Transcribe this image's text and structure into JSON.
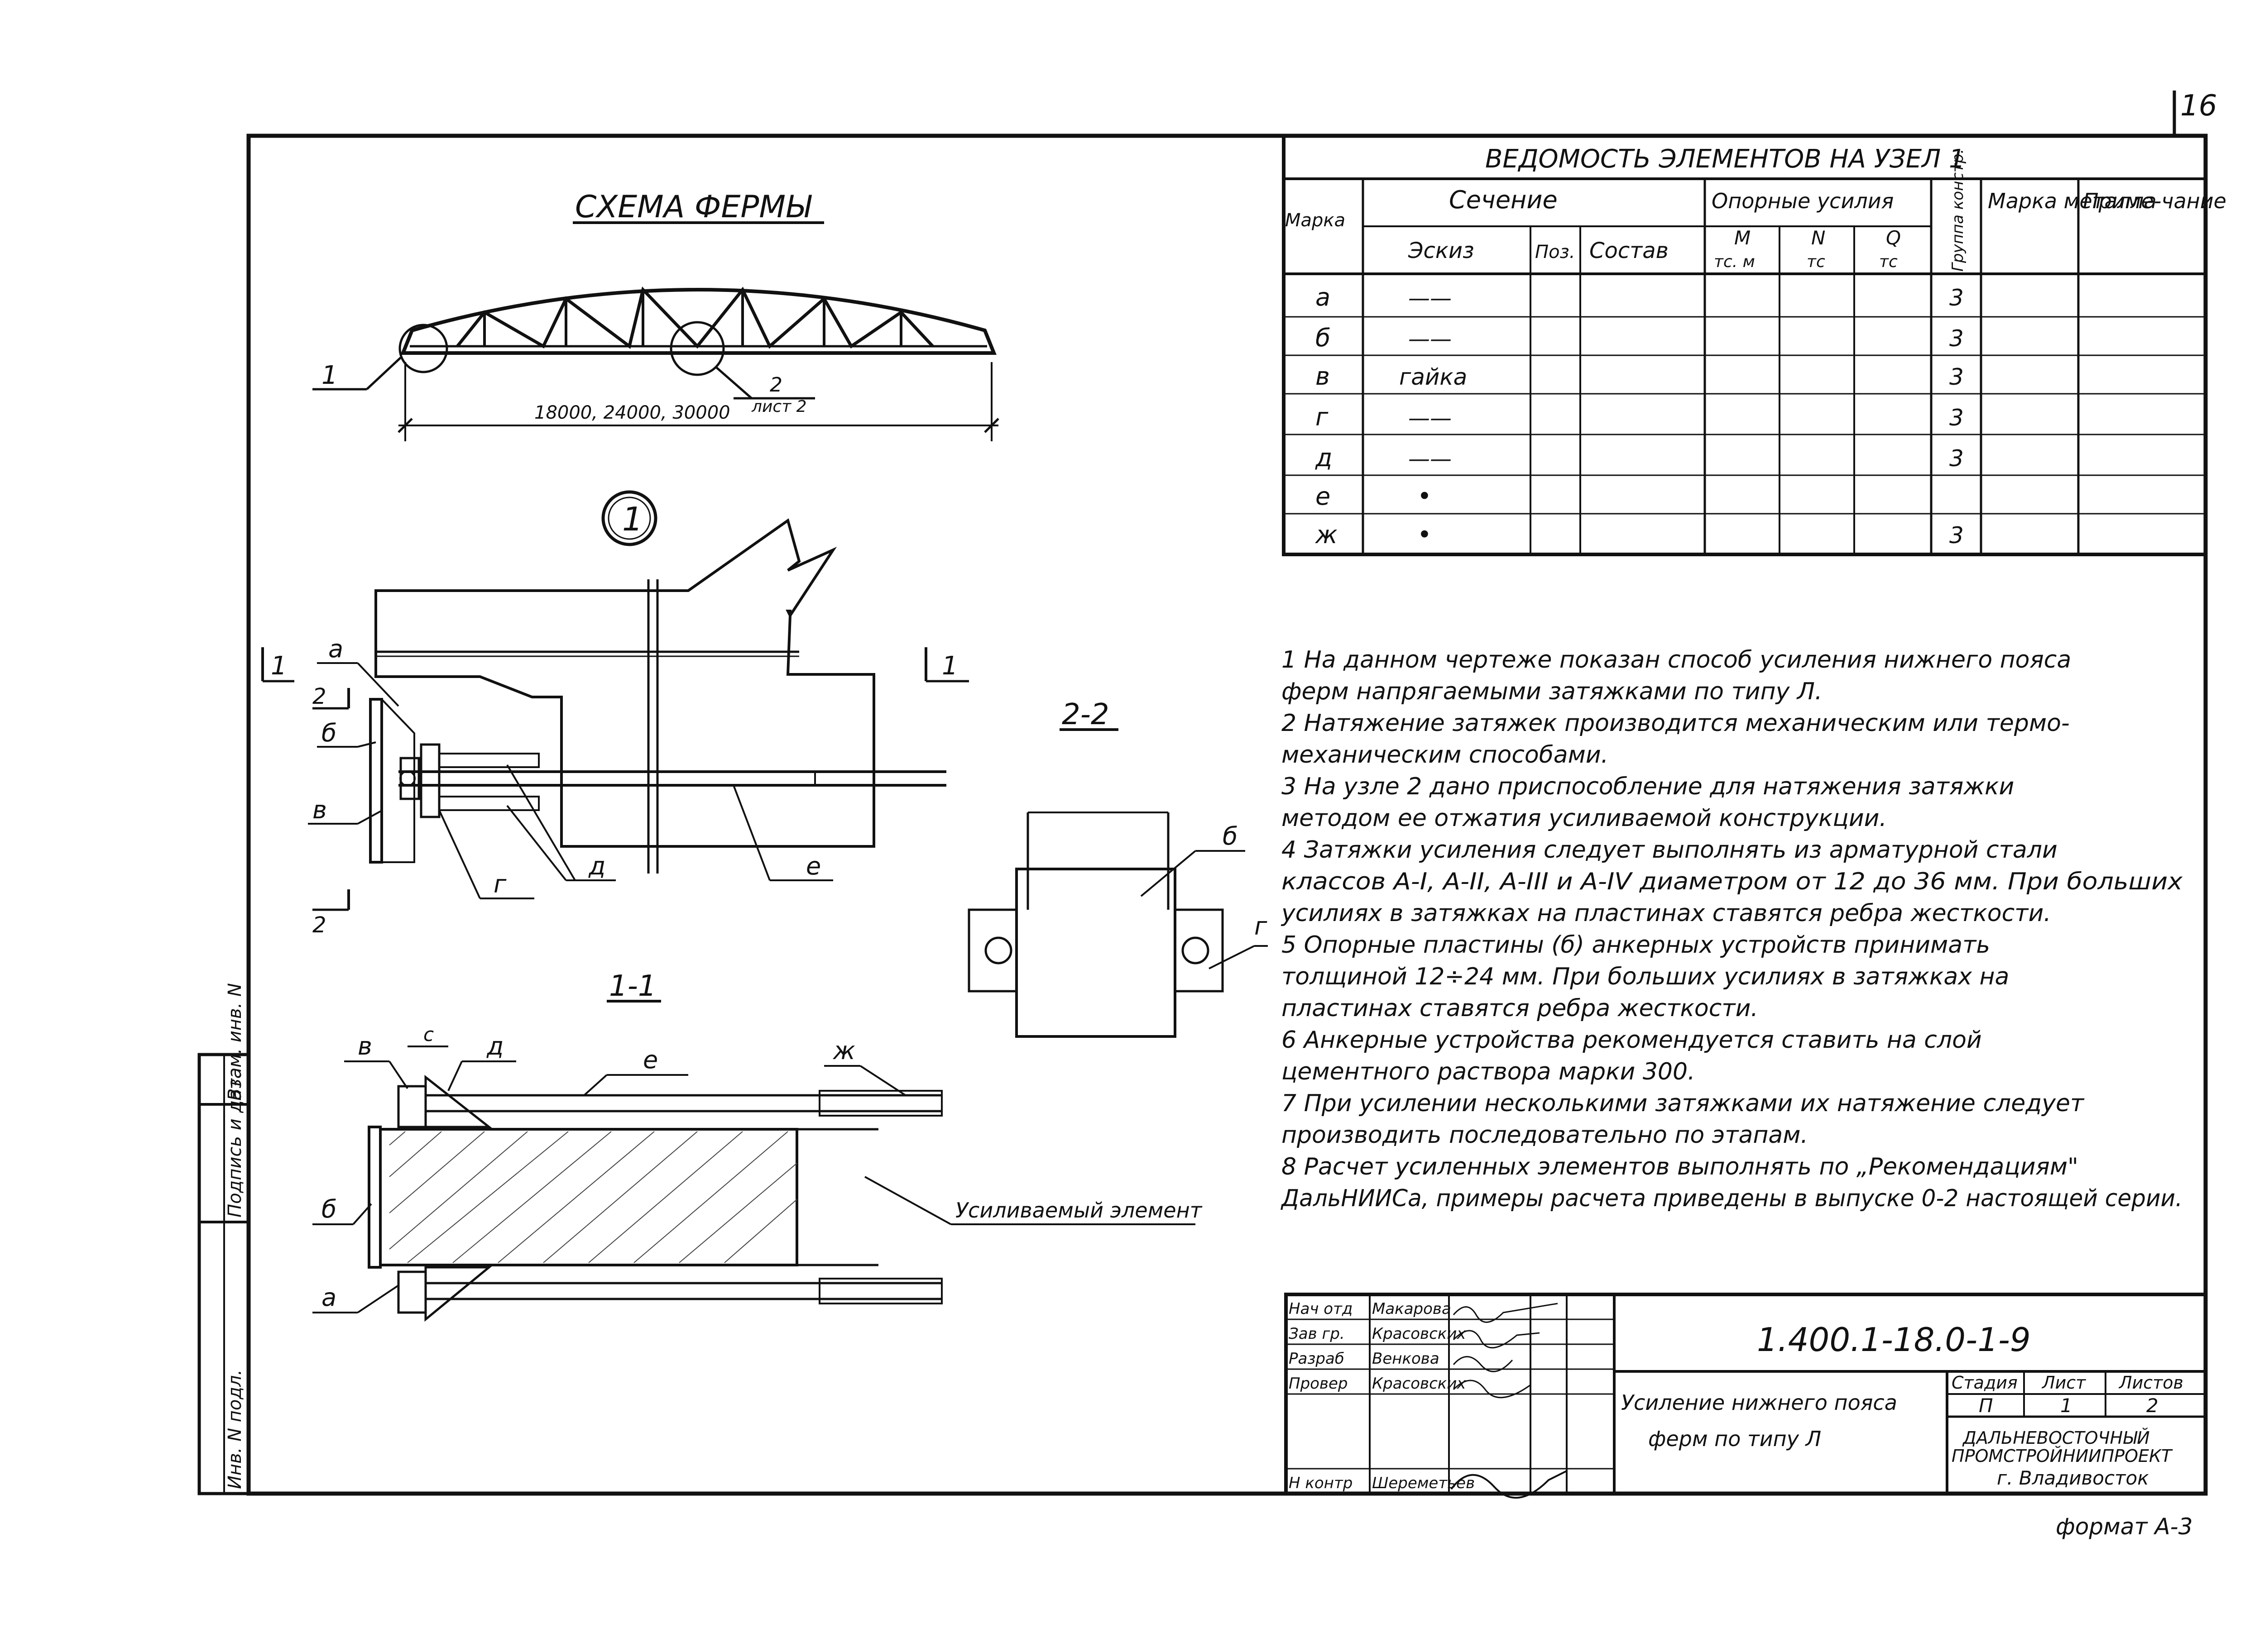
{
  "page_number": "16",
  "format_label": "формат А-3",
  "scheme": {
    "title": "СХЕМА ФЕРМЫ",
    "span_label": "18000, 24000, 30000",
    "callout_1": "1",
    "callout_2": "2",
    "callout_2_sheet": "лист 2"
  },
  "node": {
    "marker": "1",
    "cut_labels": {
      "section_11_left": "1",
      "section_11_right": "1",
      "section_22": "2",
      "section_22_bottom": "2"
    },
    "labels": {
      "a": "а",
      "b": "б",
      "v": "в",
      "g": "г",
      "d": "д",
      "e": "е"
    }
  },
  "section_22": {
    "title": "2-2",
    "label_b": "б",
    "label_g": "г"
  },
  "section_11": {
    "title": "1-1",
    "labels": {
      "v": "в",
      "c": "с",
      "d": "д",
      "e": "е",
      "zh": "ж",
      "b": "б",
      "a": "а"
    },
    "element_label": "Усиливаемый элемент"
  },
  "table": {
    "title": "ВЕДОМОСТЬ ЭЛЕМЕНТОВ НА УЗЕЛ 1",
    "headers": {
      "mark": "Марка",
      "section": "Сечение",
      "sketch": "Эскиз",
      "pos": "Поз.",
      "composition": "Состав",
      "support_forces": "Опорные усилия",
      "m": "М",
      "m_unit": "тс. м",
      "n": "N",
      "n_unit": "тс",
      "q": "Q",
      "q_unit": "тс",
      "group": "Группа констр.",
      "metal": "Марка металла",
      "note": "Приме-чание"
    },
    "rows": [
      {
        "mark": "а",
        "sketch": "——",
        "group": "3"
      },
      {
        "mark": "б",
        "sketch": "——",
        "group": "3"
      },
      {
        "mark": "в",
        "sketch": "гайка",
        "group": "3"
      },
      {
        "mark": "г",
        "sketch": "——",
        "group": "3"
      },
      {
        "mark": "д",
        "sketch": "——",
        "group": "3"
      },
      {
        "mark": "е",
        "sketch": "•",
        "group": ""
      },
      {
        "mark": "ж",
        "sketch": "•",
        "group": "3"
      }
    ]
  },
  "notes": [
    "1  На данном чертеже показан способ усиления нижнего пояса",
    "    ферм напрягаемыми затяжками по типу Л.",
    "2  Натяжение затяжек производится механическим или термо-",
    "    механическим способами.",
    "3  На узле 2 дано приспособление для натяжения затяжки",
    "    методом ее отжатия усиливаемой конструкции.",
    "4  Затяжки усиления следует выполнять из арматурной стали",
    "    классов А-I, А-II, А-III и А-IV диаметром от 12 до 36 мм. При больших",
    "    усилиях в затяжках на пластинах ставятся ребра жесткости.",
    "5  Опорные пластины (б) анкерных устройств принимать",
    "    толщиной 12÷24 мм. При больших усилиях в затяжках на",
    "    пластинах ставятся ребра жесткости.",
    "6  Анкерные устройства рекомендуется ставить на слой",
    "    цементного раствора марки 300.",
    "7  При усилении несколькими затяжками их натяжение следует",
    "    производить последовательно по этапам.",
    "8  Расчет усиленных элементов выполнять по „Рекомендациям\"",
    "    ДальНИИСа, примеры расчета приведены в выпуске 0-2 настоящей серии."
  ],
  "title_block": {
    "code": "1.400.1-18.0-1-9",
    "signatures": [
      {
        "role": "Нач отд",
        "name": "Макарова"
      },
      {
        "role": "Зав гр.",
        "name": "Красовских"
      },
      {
        "role": "Разраб",
        "name": "Венкова"
      },
      {
        "role": "Провер",
        "name": "Красовских"
      },
      {
        "role": "",
        "name": ""
      },
      {
        "role": "Н контр",
        "name": "Шереметьев"
      }
    ],
    "description_1": "Усиление нижнего пояса",
    "description_2": "ферм по типу Л",
    "stage_label": "Стадия",
    "sheet_label": "Лист",
    "sheets_label": "Листов",
    "stage": "П",
    "sheet": "1",
    "sheets": "2",
    "org_1": "ДАЛЬНЕВОСТОЧНЫЙ",
    "org_2": "ПРОМСТРОЙНИИПРОЕКТ",
    "city": "г. Владивосток"
  },
  "side_stamp": {
    "cells": [
      "Инв. N подл.",
      "Подпись и дата",
      "Взам. инв. N"
    ]
  }
}
